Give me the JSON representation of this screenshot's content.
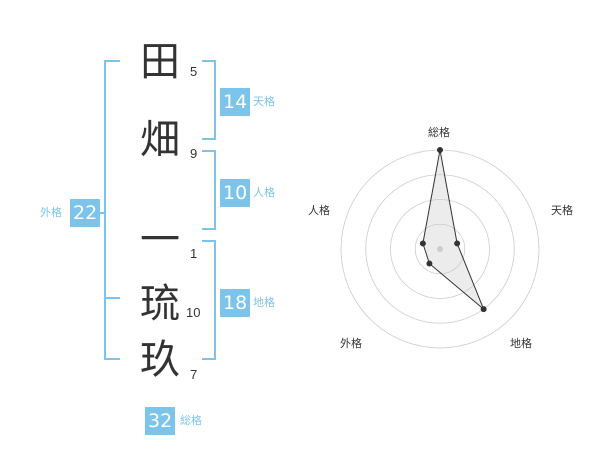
{
  "name_chars": [
    {
      "char": "田",
      "strokes": "5"
    },
    {
      "char": "畑",
      "strokes": "9"
    },
    {
      "char": "一",
      "strokes": "1"
    },
    {
      "char": "琉",
      "strokes": "10"
    },
    {
      "char": "玖",
      "strokes": "7"
    }
  ],
  "fortunes": {
    "tenkaku": {
      "value": "14",
      "label": "天格"
    },
    "jinkaku": {
      "value": "10",
      "label": "人格"
    },
    "chikaku": {
      "value": "18",
      "label": "地格"
    },
    "gaikaku": {
      "value": "22",
      "label": "外格"
    },
    "soukaku": {
      "value": "32",
      "label": "総格"
    }
  },
  "radar": {
    "axes": [
      "総格",
      "天格",
      "地格",
      "外格",
      "人格"
    ],
    "values": [
      5,
      1,
      4,
      1,
      1
    ],
    "max": 5
  },
  "colors": {
    "accent": "#7cc4ea",
    "text": "#333333",
    "grid": "#cccccc"
  }
}
